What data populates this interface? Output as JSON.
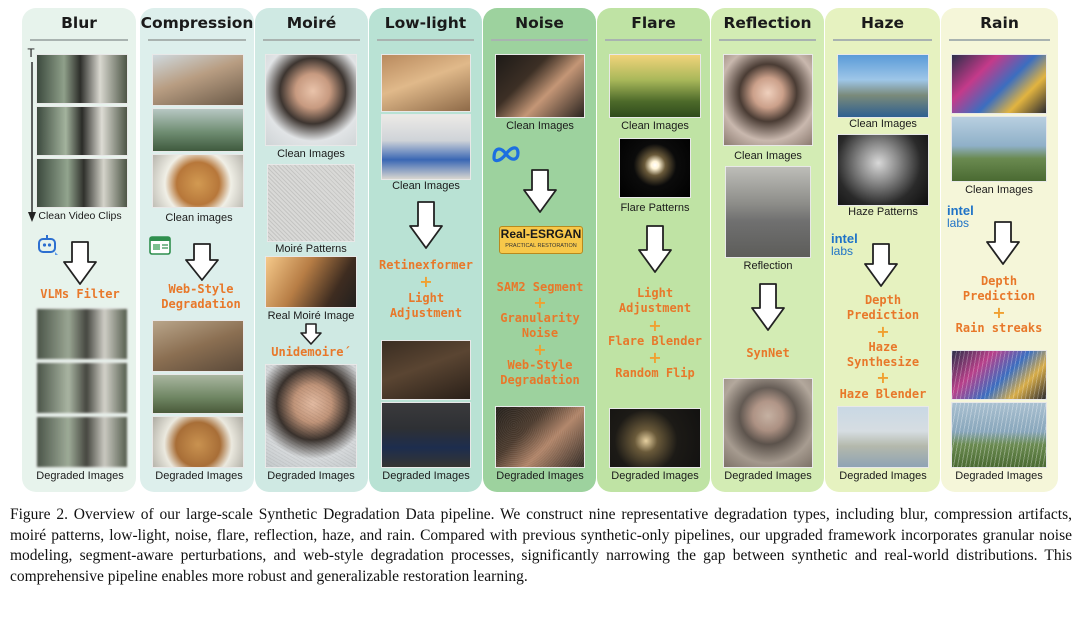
{
  "columns": {
    "blur": {
      "title": "Blur",
      "bg": "#e7f3ec",
      "axis_label": "T",
      "clean_label": "Clean Video Clips",
      "step": "VLMs Filter",
      "degraded_label": "Degraded Images"
    },
    "compression": {
      "title": "Compression",
      "bg": "#ddefec",
      "clean_label": "Clean images",
      "step": "Web-Style\nDegradation",
      "degraded_label": "Degraded Images"
    },
    "moire": {
      "title": "Moiré",
      "bg": "#cfe9e3",
      "clean_label": "Clean Images",
      "pattern_label": "Moiré Patterns",
      "real_label": "Real Moiré Image",
      "step": "Unidemoire´",
      "degraded_label": "Degraded Images"
    },
    "lowlight": {
      "title": "Low-light",
      "bg": "#b9e2d4",
      "clean_label": "Clean Images",
      "step1": "Retinexformer",
      "step2": "Light\nAdjustment",
      "degraded_label": "Degraded Images"
    },
    "noise": {
      "title": "Noise",
      "bg": "#9dd29e",
      "clean_label": "Clean Images",
      "model_badge": "Real-ESRGAN",
      "model_badge_sub": "PRACTICAL RESTORATION",
      "step1": "SAM2 Segment",
      "step2": "Granularity\nNoise",
      "step3": "Web-Style\nDegradation",
      "degraded_label": "Degraded Images"
    },
    "flare": {
      "title": "Flare",
      "bg": "#bfe3a4",
      "clean_label": "Clean Images",
      "pattern_label": "Flare Patterns",
      "step1": "Light\nAdjustment",
      "step2": "Flare Blender",
      "step3": "Random Flip",
      "degraded_label": "Degraded Images"
    },
    "reflection": {
      "title": "Reflection",
      "bg": "#d3ecb4",
      "clean_label": "Clean Images",
      "pattern_label": "Reflection",
      "step": "SynNet",
      "degraded_label": "Degraded Images"
    },
    "haze": {
      "title": "Haze",
      "bg": "#e6f2c0",
      "clean_label": "Clean Images",
      "pattern_label": "Haze Patterns",
      "logo_top": "intel",
      "logo_bottom": "labs",
      "step1": "Depth\nPrediction",
      "step2": "Haze\nSynthesize",
      "step3": "Haze Blender",
      "degraded_label": "Degraded Images"
    },
    "rain": {
      "title": "Rain",
      "bg": "#f5f6d9",
      "clean_label": "Clean Images",
      "logo_top": "intel",
      "logo_bottom": "labs",
      "step1": "Depth\nPrediction",
      "step2": "Rain streaks",
      "degraded_label": "Degraded Images"
    }
  },
  "colors": {
    "step_text": "#e8782a",
    "plus": "#f0a030",
    "logo_blue": "#1f73c7"
  },
  "icons": [
    "robot-icon",
    "webpage-icon",
    "meta-logo-icon",
    "intel-labs-logo"
  ],
  "caption": "Figure 2. Overview of our large-scale Synthetic Degradation Data pipeline. We construct nine representative degradation types, including blur, compression artifacts, moiré patterns, low-light, noise, flare, reflection, haze, and rain. Compared with previous synthetic-only pipelines, our upgraded framework incorporates granular noise modeling, segment-aware perturbations, and web-style degradation processes, significantly narrowing the gap between synthetic and real-world distributions. This comprehensive pipeline enables more robust and generalizable restoration learning."
}
